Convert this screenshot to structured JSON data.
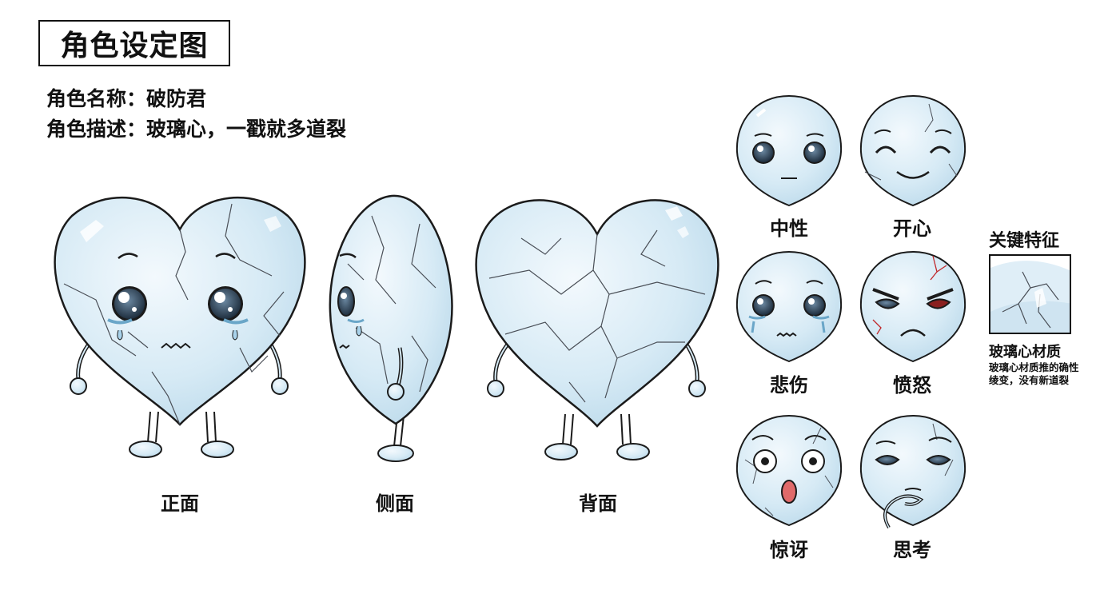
{
  "header": {
    "title": "角色设定图",
    "name_line": "角色名称：破防君",
    "desc_line": "角色描述：玻璃心，一戳就多道裂"
  },
  "views": [
    {
      "label": "正面"
    },
    {
      "label": "侧面"
    },
    {
      "label": "背面"
    }
  ],
  "expressions": [
    {
      "label": "中性"
    },
    {
      "label": "开心"
    },
    {
      "label": "悲伤"
    },
    {
      "label": "愤怒"
    },
    {
      "label": "惊讶"
    },
    {
      "label": "思考"
    }
  ],
  "feature": {
    "title": "关键特征",
    "name": "玻璃心材质",
    "description": "玻璃心材质推的确性绫变，没有新道裂"
  },
  "colors": {
    "glass_fill": "#d6eaf5",
    "glass_light": "#eef6fb",
    "outline": "#1b1b1b",
    "crack": "#4a4f57",
    "eye": "#3d5a73",
    "anger_red": "#c0282b"
  }
}
